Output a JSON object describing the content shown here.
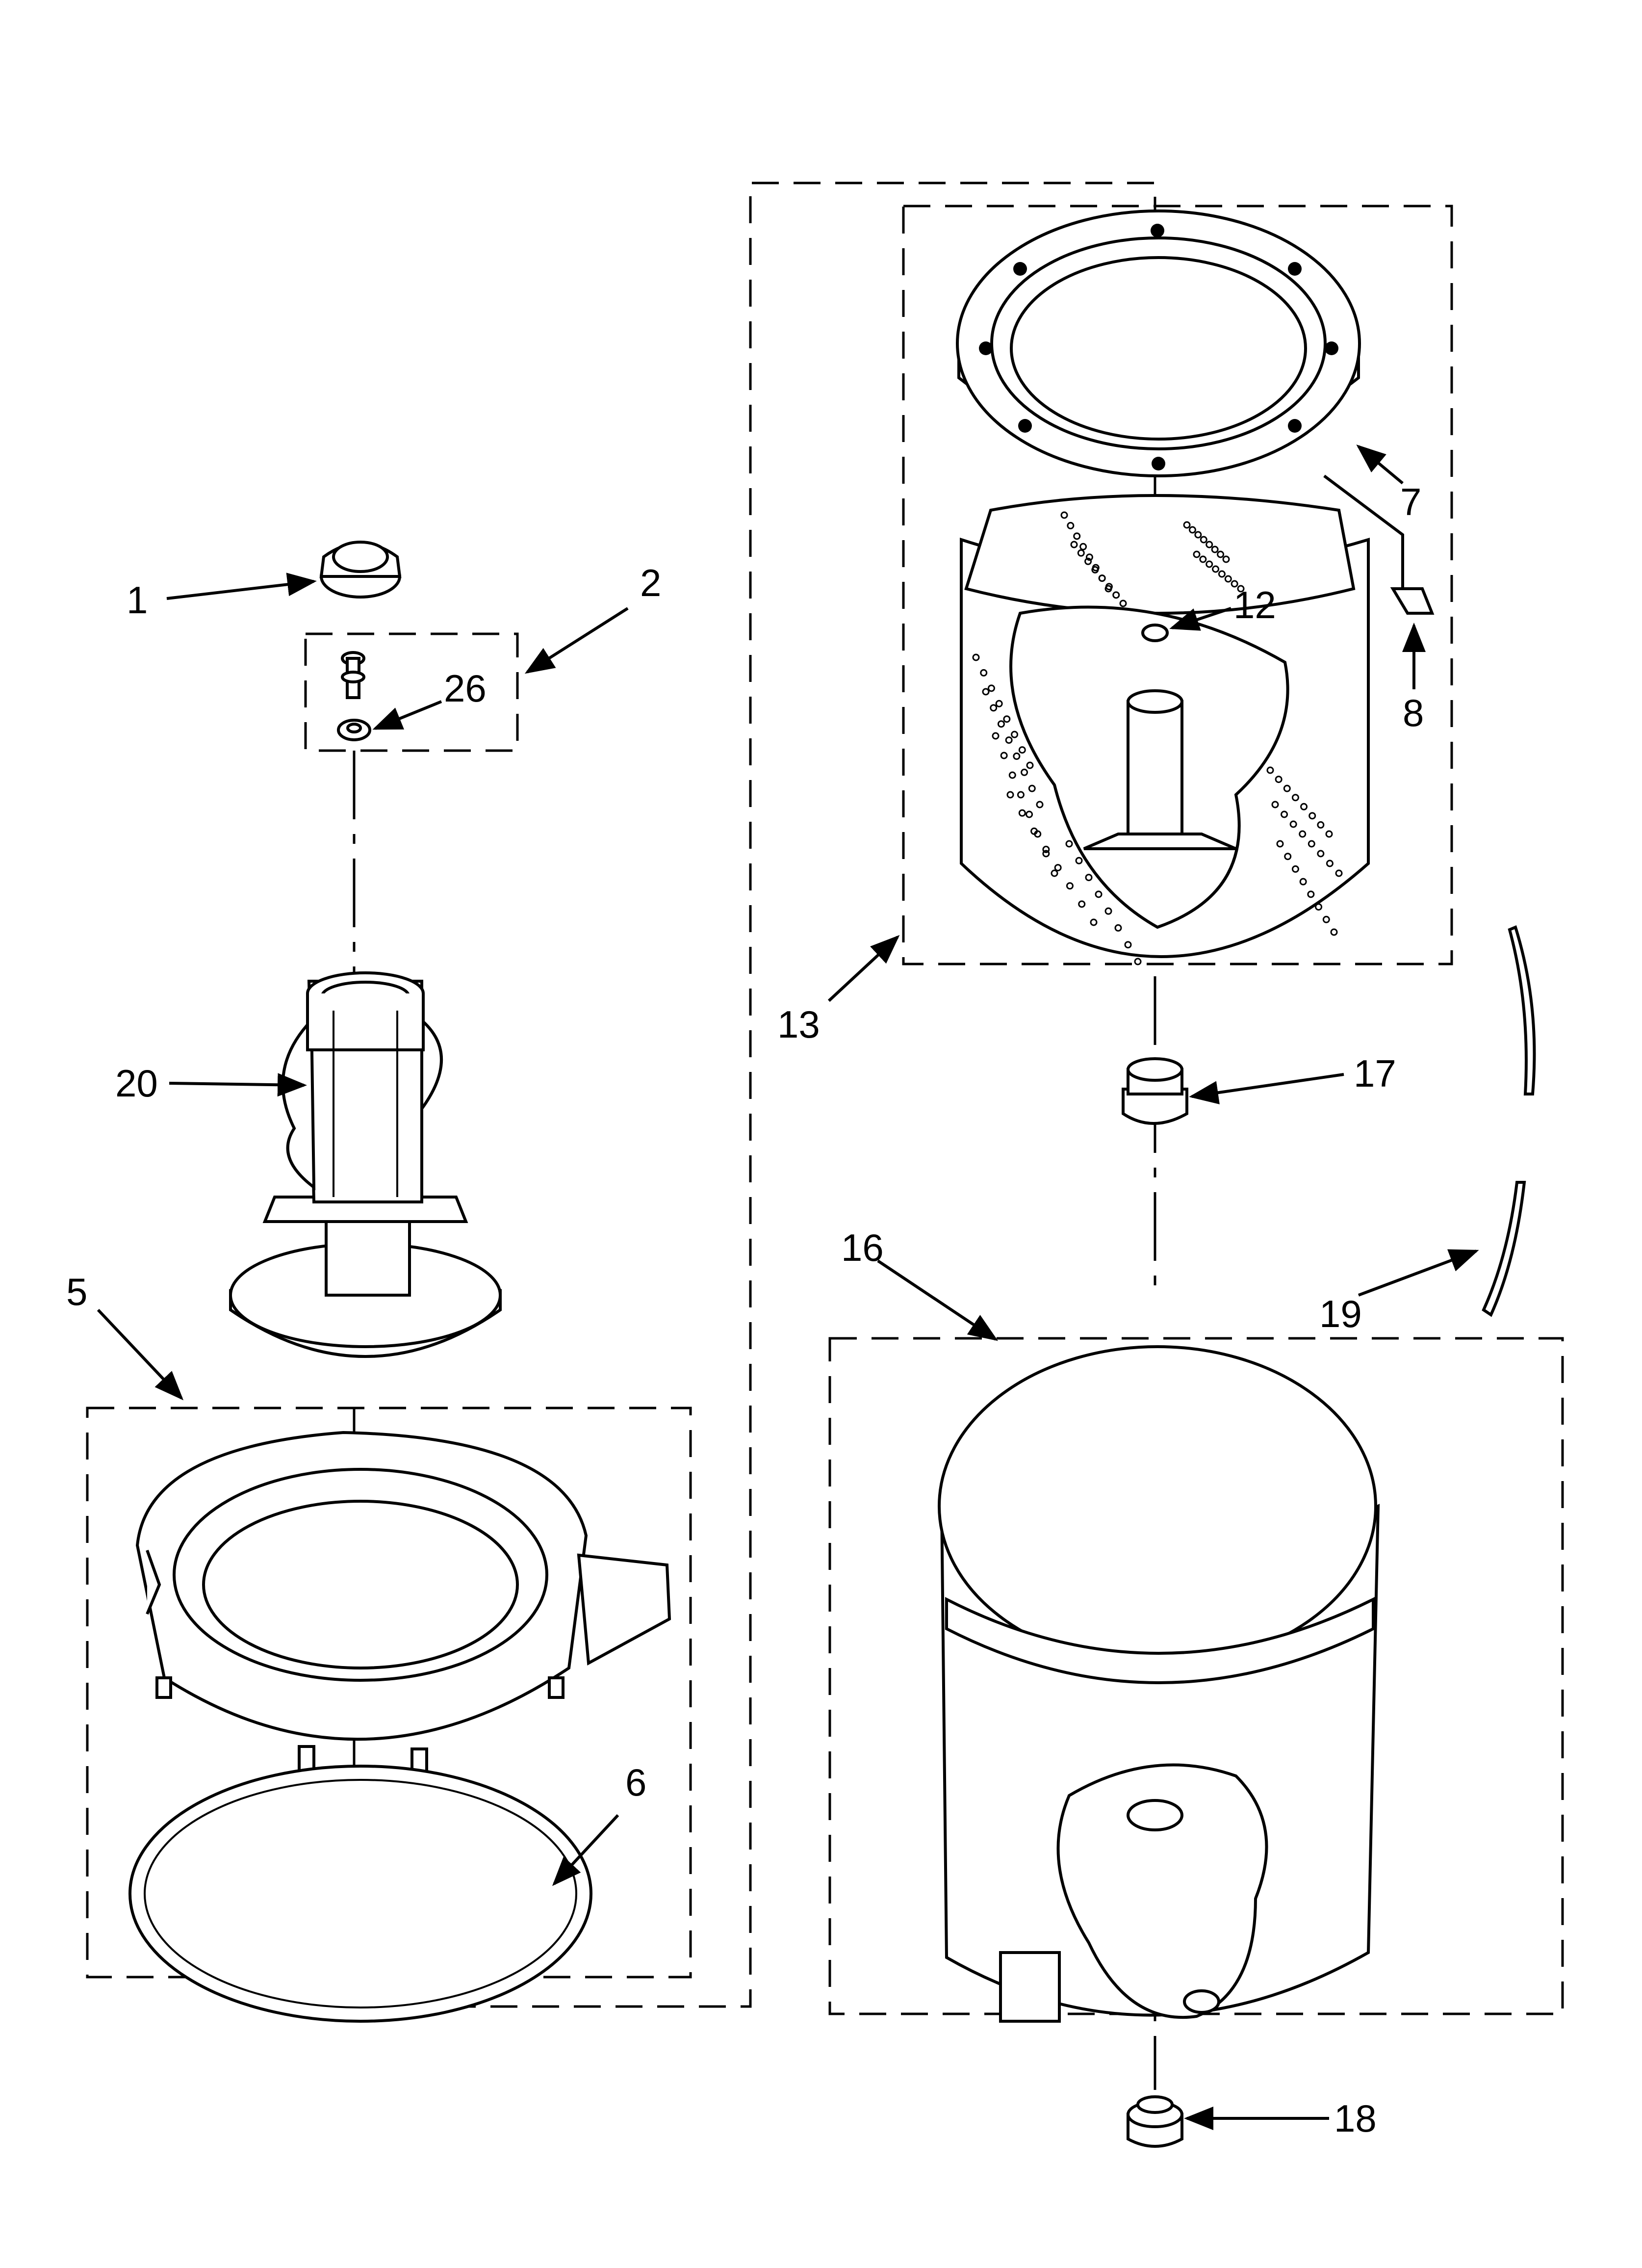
{
  "diagram": {
    "callouts": [
      {
        "id": "1",
        "label": "1"
      },
      {
        "id": "2",
        "label": "2"
      },
      {
        "id": "26",
        "label": "26"
      },
      {
        "id": "20",
        "label": "20"
      },
      {
        "id": "5",
        "label": "5"
      },
      {
        "id": "6",
        "label": "6"
      },
      {
        "id": "13",
        "label": "13"
      },
      {
        "id": "7",
        "label": "7"
      },
      {
        "id": "12",
        "label": "12"
      },
      {
        "id": "8",
        "label": "8"
      },
      {
        "id": "17",
        "label": "17"
      },
      {
        "id": "16",
        "label": "16"
      },
      {
        "id": "19",
        "label": "19"
      },
      {
        "id": "18",
        "label": "18"
      }
    ]
  }
}
